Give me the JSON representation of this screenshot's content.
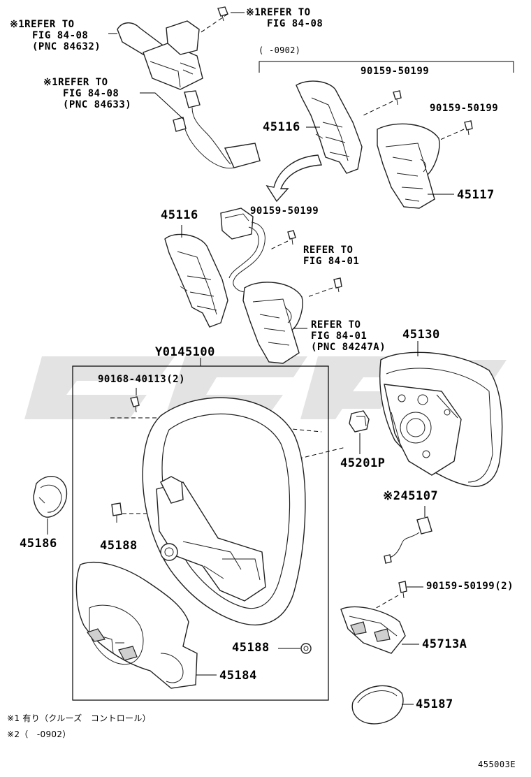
{
  "figure_id": "455003E",
  "labels": {
    "ref_a": {
      "mark": "※1",
      "line1": "REFER TO",
      "line2": "FIG 84-08",
      "line3": "(PNC 84632)"
    },
    "ref_b": {
      "mark": "※1",
      "line1": "REFER TO",
      "line2": "FIG 84-08"
    },
    "ref_c": {
      "mark": "※1",
      "line1": "REFER TO",
      "line2": "FIG 84-08",
      "line3": "(PNC 84633)"
    },
    "ref_d": {
      "line1": "REFER TO",
      "line2": "FIG 84-01"
    },
    "ref_e": {
      "line1": "REFER TO",
      "line2": "FIG 84-01",
      "line3": "(PNC 84247A)"
    },
    "date_range": "(    -0902)",
    "bolt_1": "90159-50199",
    "bolt_2": "90159-50199",
    "bolt_3": "90159-50199",
    "bolt_4": "90159-50199(2)",
    "bolt_5": "90168-40113(2)",
    "cover_upper": "45116",
    "cover_mid": "45116",
    "cover_right": "45117",
    "wheel_assy": "Y0145100",
    "airbag": "45130",
    "damper": "45201P",
    "lower_cover": "45186",
    "screw_left": "45188",
    "screw_lower": "45188",
    "harness": "45107",
    "harness_mark": "※2",
    "switch_bezel": "45713A",
    "wheel_back_cover": "45184",
    "emblem_cover": "45187"
  },
  "footnotes": {
    "note1": "※1 有り（クルーズ　コントロール）",
    "note2": "※2（　-0902）"
  }
}
